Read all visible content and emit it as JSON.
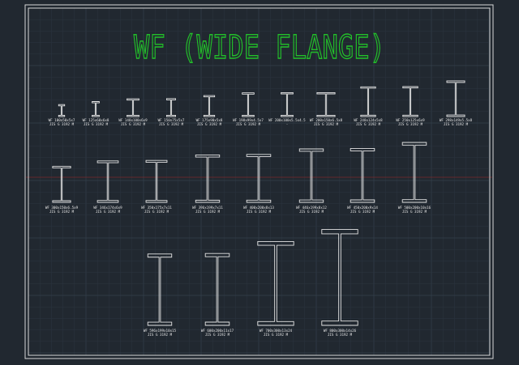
{
  "title": "WF (WIDE FLANGE)",
  "colors": {
    "background": "#212830",
    "frame": "#d8d8d8",
    "title": "#22c02a",
    "linework": "#e4e4e4"
  },
  "std_label": "JIS G 3192 M",
  "sections": [
    {
      "label": "WF 100x50x5x7",
      "h": 100,
      "b": 50
    },
    {
      "label": "WF 125x60x6x8",
      "h": 125,
      "b": 60
    },
    {
      "label": "WF 148x100x6x9",
      "h": 148,
      "b": 100
    },
    {
      "label": "WF 150x75x5x7",
      "h": 150,
      "b": 75
    },
    {
      "label": "WF 175x90x5x8",
      "h": 175,
      "b": 90
    },
    {
      "label": "WF 198x99x4.5x7",
      "h": 198,
      "b": 99
    },
    {
      "label": "WF 200x100x5.5x4.5",
      "h": 200,
      "b": 100,
      "std": "-"
    },
    {
      "label": "WF 200x150x6.5x8",
      "h": 200,
      "b": 150
    },
    {
      "label": "WF 248x124x5x8",
      "h": 248,
      "b": 124
    },
    {
      "label": "WF 250x125x6x9",
      "h": 250,
      "b": 125
    },
    {
      "label": "WF 298x149x5.5x8",
      "h": 298,
      "b": 149
    },
    {
      "label": "WF 300x150x6.5x9",
      "h": 300,
      "b": 150
    },
    {
      "label": "WF 346x174x6x9",
      "h": 346,
      "b": 174
    },
    {
      "label": "WF 350x175x7x11",
      "h": 350,
      "b": 175
    },
    {
      "label": "WF 396x199x7x11",
      "h": 396,
      "b": 199
    },
    {
      "label": "WF 400x200x8x13",
      "h": 400,
      "b": 200
    },
    {
      "label": "WF 446x199x8x12",
      "h": 446,
      "b": 199
    },
    {
      "label": "WF 450x200x9x14",
      "h": 450,
      "b": 200
    },
    {
      "label": "WF 500x200x10x16",
      "h": 500,
      "b": 200
    },
    {
      "label": "WF 596x199x10x15",
      "h": 596,
      "b": 199
    },
    {
      "label": "WF 600x200x11x17",
      "h": 600,
      "b": 200
    },
    {
      "label": "WF 700x300x13x24",
      "h": 700,
      "b": 300
    },
    {
      "label": "WF 800x300x14x26",
      "h": 800,
      "b": 300
    }
  ]
}
